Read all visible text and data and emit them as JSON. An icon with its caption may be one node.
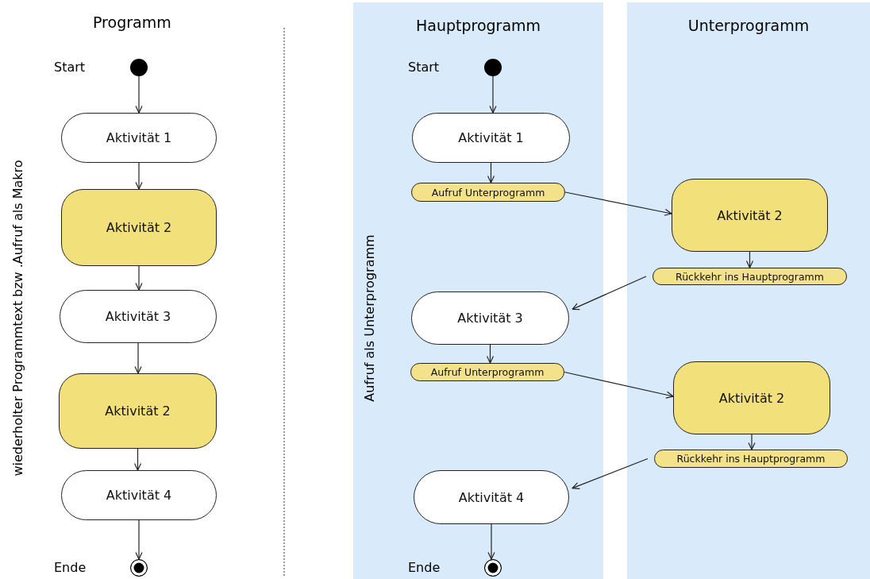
{
  "diagram": {
    "nodes": [
      {
        "text": [],
        "shape": "dot",
        "beside": [
          "Start"
        ]
      },
      {
        "text": [
          "Aktivität 1"
        ]
      },
      {
        "text": [
          "Aktivität 2"
        ]
      },
      {
        "text": [
          "Aktivität 3"
        ]
      },
      {
        "text": [
          "Aktivität 2"
        ]
      },
      {
        "text": [
          "Aktivität 4"
        ]
      },
      {
        "text": [],
        "shape": "bullseye",
        "beside": [
          "Ende"
        ]
      },
      {
        "text": [
          "Hauptprogramm"
        ]
      },
      {
        "text": [
          "Unterprogramm"
        ]
      },
      {
        "text": [],
        "shape": "dot",
        "beside": [
          "Start"
        ],
        "in": 7
      },
      {
        "text": [
          "Aktivität 1"
        ],
        "in": 7
      },
      {
        "text": [
          "Aufruf Unterprogramm"
        ],
        "in": 7
      },
      {
        "text": [
          "Aktivität 2"
        ],
        "in": 8
      },
      {
        "text": [
          "Rückkehr ins Hauptprogramm"
        ],
        "in": 8
      },
      {
        "text": [
          "Aktivität 3"
        ],
        "in": 7
      },
      {
        "text": [
          "Aufruf Unterprogramm"
        ],
        "in": 7
      },
      {
        "text": [
          "Aktivität 2"
        ],
        "in": 8
      },
      {
        "text": [
          "Rückkehr ins Hauptprogramm"
        ],
        "in": 8
      },
      {
        "text": [
          "Aktivität 4"
        ],
        "in": 7
      },
      {
        "text": [],
        "shape": "bullseye",
        "beside": [
          "Ende"
        ],
        "in": 7
      }
    ],
    "edges": [
      {
        "from": 0,
        "to": 1,
        "arrow": "to"
      },
      {
        "from": 1,
        "to": 2,
        "arrow": "to"
      },
      {
        "from": 2,
        "to": 3,
        "arrow": "to"
      },
      {
        "from": 3,
        "to": 4,
        "arrow": "to"
      },
      {
        "from": 4,
        "to": 5,
        "arrow": "to"
      },
      {
        "from": 5,
        "to": 6,
        "arrow": "to"
      },
      {
        "from": 9,
        "to": 10,
        "arrow": "to"
      },
      {
        "from": 10,
        "to": 11,
        "arrow": "to"
      },
      {
        "from": 11,
        "to": 12,
        "arrow": "to"
      },
      {
        "from": 12,
        "to": 13,
        "arrow": "to"
      },
      {
        "from": 13,
        "to": 14,
        "arrow": "to"
      },
      {
        "from": 14,
        "to": 15,
        "arrow": "to"
      },
      {
        "from": 15,
        "to": 16,
        "arrow": "to"
      },
      {
        "from": 16,
        "to": 17,
        "arrow": "to"
      },
      {
        "from": 17,
        "to": 18,
        "arrow": "to"
      },
      {
        "from": 18,
        "to": 19,
        "arrow": "to"
      }
    ],
    "labels": [
      "Programm",
      "wiederholter Programmtext bzw .Aufruf als Makro",
      "Aufruf als Unterprogramm"
    ]
  }
}
